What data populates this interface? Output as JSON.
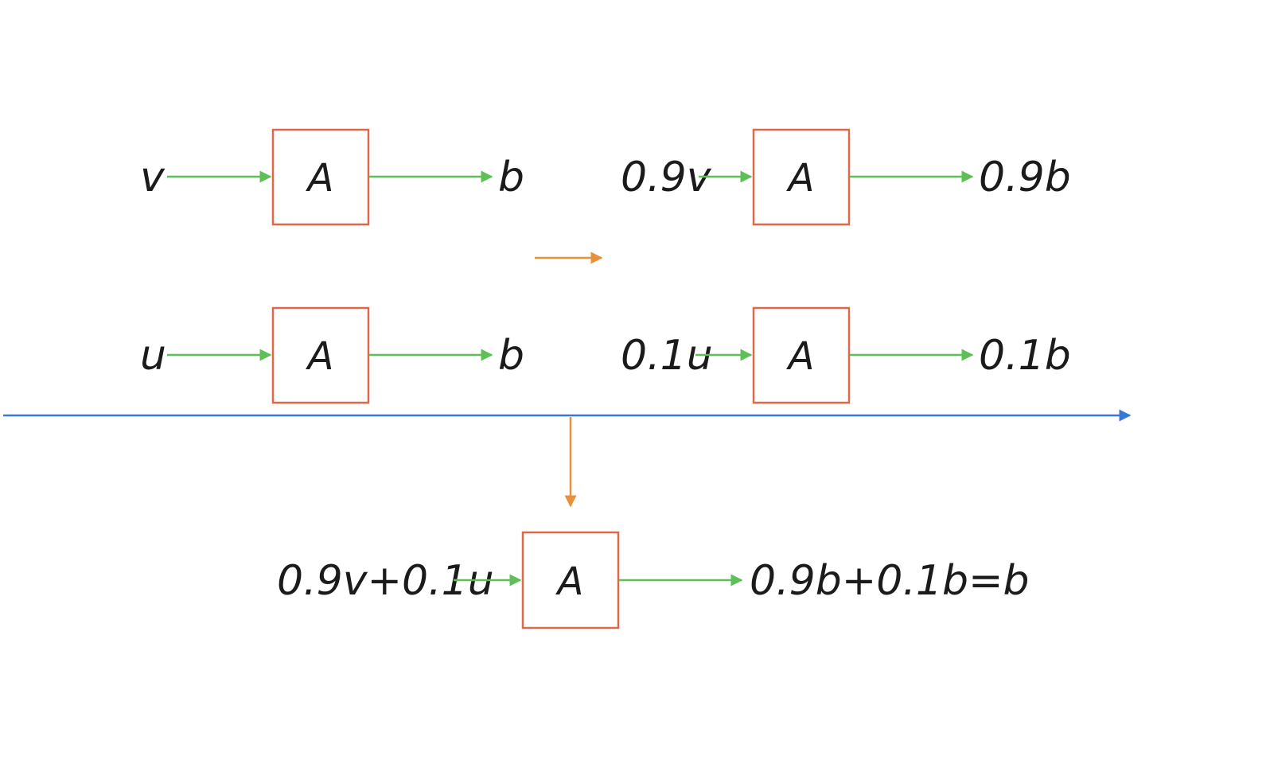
{
  "diagram": {
    "top_left": {
      "input": "v",
      "box": "A",
      "output": "b"
    },
    "top_right": {
      "input": "0.9v",
      "box": "A",
      "output": "0.9b"
    },
    "middle_left": {
      "input": "u",
      "box": "A",
      "output": "b"
    },
    "middle_right": {
      "input": "0.1u",
      "box": "A",
      "output": "0.1b"
    },
    "bottom": {
      "input": "0.9v+0.1u",
      "box": "A",
      "output": "0.9b+0.1b=b"
    }
  },
  "colors": {
    "box_stroke": "#e0684a",
    "green_arrow": "#5cbf57",
    "orange_arrow": "#e8903a",
    "blue_line": "#3a78d8",
    "text": "#1b1b1b"
  }
}
